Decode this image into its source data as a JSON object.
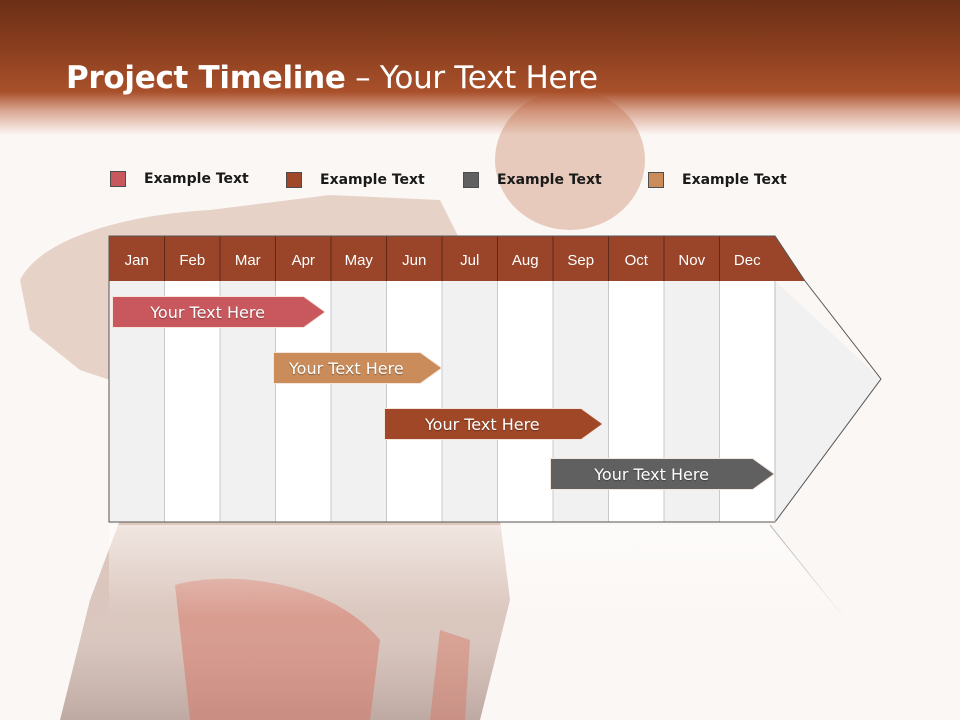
{
  "header": {
    "title_bold": "Project Timeline",
    "title_rest": " – Your Text Here"
  },
  "colors": {
    "header": "#8a3e1e",
    "month_band": "#9a4529",
    "red": "#c8585d",
    "brown": "#9f4727",
    "gray": "#606060",
    "tan": "#c98c5a"
  },
  "legend": [
    {
      "label": "Example Text",
      "color": "#c8585d"
    },
    {
      "label": "Example Text",
      "color": "#9f4727"
    },
    {
      "label": "Example Text",
      "color": "#606060"
    },
    {
      "label": "Example Text",
      "color": "#c98c5a"
    }
  ],
  "timeline": {
    "months": [
      "Jan",
      "Feb",
      "Mar",
      "Apr",
      "May",
      "Jun",
      "Jul",
      "Aug",
      "Sep",
      "Oct",
      "Nov",
      "Dec"
    ],
    "tasks": [
      {
        "label": "Your  Text Here",
        "color": "#c8585d",
        "start": 0.05,
        "end": 3.9
      },
      {
        "label": "Your  Text Here",
        "color": "#c98c5a",
        "start": 2.95,
        "end": 6.0
      },
      {
        "label": "Your  Text Here",
        "color": "#9f4727",
        "start": 4.95,
        "end": 8.9
      },
      {
        "label": "Your  Text Here",
        "color": "#606060",
        "start": 7.95,
        "end": 12.0
      }
    ]
  }
}
